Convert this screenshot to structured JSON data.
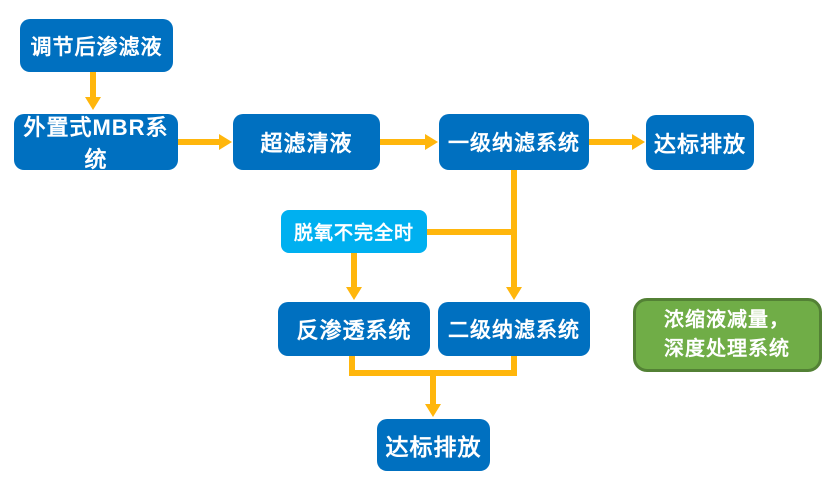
{
  "colors": {
    "box_blue": "#0070c0",
    "box_light_blue": "#00b0f0",
    "box_green": "#70ad47",
    "green_border": "#538135",
    "arrow": "#ffb60c",
    "node_text": "#ffffff",
    "background": "#ffffff"
  },
  "flowchart": {
    "nodes": [
      {
        "id": "adjusted-leachate",
        "label": "调节后渗滤液",
        "type": "process"
      },
      {
        "id": "external-mbr",
        "label": "外置式MBR系统",
        "type": "process"
      },
      {
        "id": "uf-clear-liquid",
        "label": "超滤清液",
        "type": "process"
      },
      {
        "id": "first-stage-nf",
        "label": "一级纳滤系统",
        "type": "process"
      },
      {
        "id": "discharge-standard-top",
        "label": "达标排放",
        "type": "process"
      },
      {
        "id": "incomplete-deoxygenation",
        "label": "脱氧不完全时",
        "type": "condition"
      },
      {
        "id": "reverse-osmosis",
        "label": "反渗透系统",
        "type": "process"
      },
      {
        "id": "second-stage-nf",
        "label": "二级纳滤系统",
        "type": "process"
      },
      {
        "id": "discharge-standard-bottom",
        "label": "达标排放",
        "type": "process"
      },
      {
        "id": "concentrate-reduction",
        "label_line1": "浓缩液减量，",
        "label_line2": "深度处理系统",
        "type": "note"
      }
    ],
    "edges": [
      {
        "from": "adjusted-leachate",
        "to": "external-mbr"
      },
      {
        "from": "external-mbr",
        "to": "uf-clear-liquid"
      },
      {
        "from": "uf-clear-liquid",
        "to": "first-stage-nf"
      },
      {
        "from": "first-stage-nf",
        "to": "discharge-standard-top"
      },
      {
        "from": "first-stage-nf",
        "to": "second-stage-nf"
      },
      {
        "from": "incomplete-deoxygenation",
        "to": "first-stage-nf-to-second-stage-nf-line"
      },
      {
        "from": "incomplete-deoxygenation",
        "to": "reverse-osmosis"
      },
      {
        "from": "reverse-osmosis",
        "to": "discharge-standard-bottom"
      },
      {
        "from": "second-stage-nf",
        "to": "discharge-standard-bottom"
      }
    ]
  }
}
